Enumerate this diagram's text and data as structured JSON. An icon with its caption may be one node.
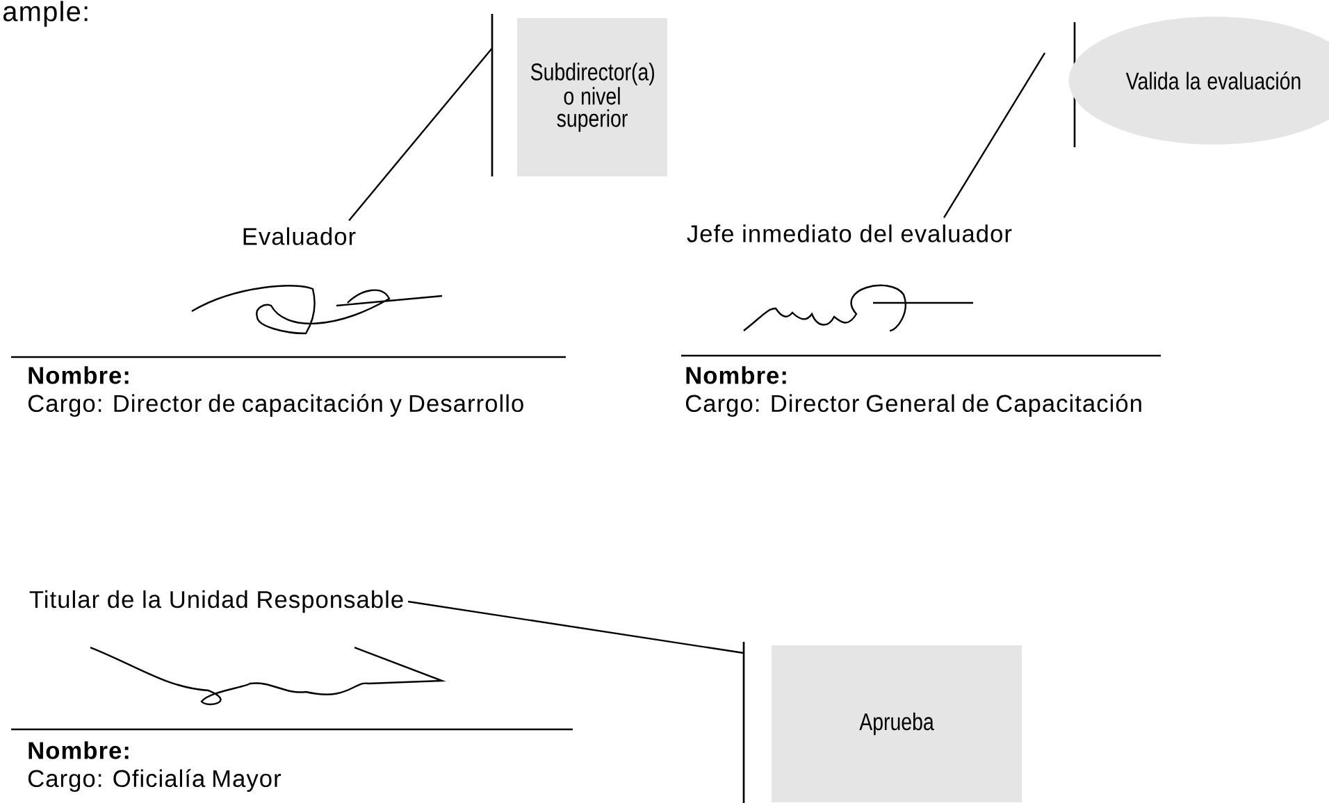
{
  "diagram": {
    "nodes": [
      {
        "text": [
          "Subdirector(a) o nivel superior"
        ]
      },
      {
        "text": [
          "Valida la evaluación"
        ]
      },
      {
        "text": [
          "Evaluador"
        ]
      },
      {
        "text": [
          "Jefe inmediato del evaluador"
        ]
      },
      {
        "text": [
          "Titular de la Unidad Responsable"
        ]
      },
      {
        "text": [
          "Aprueba"
        ]
      }
    ],
    "edges": [
      {
        "from": 0,
        "to": 2,
        "arrow": "none"
      },
      {
        "from": 1,
        "to": 3,
        "arrow": "none"
      },
      {
        "from": 5,
        "to": 4,
        "arrow": "none"
      }
    ],
    "labels": [
      "ample:",
      "Nombre:",
      "Cargo: Director de capacitación y Desarrollo",
      "Nombre:",
      "Cargo: Director General de Capacitación",
      "Nombre:",
      "Cargo: Oficialía Mayor"
    ]
  }
}
